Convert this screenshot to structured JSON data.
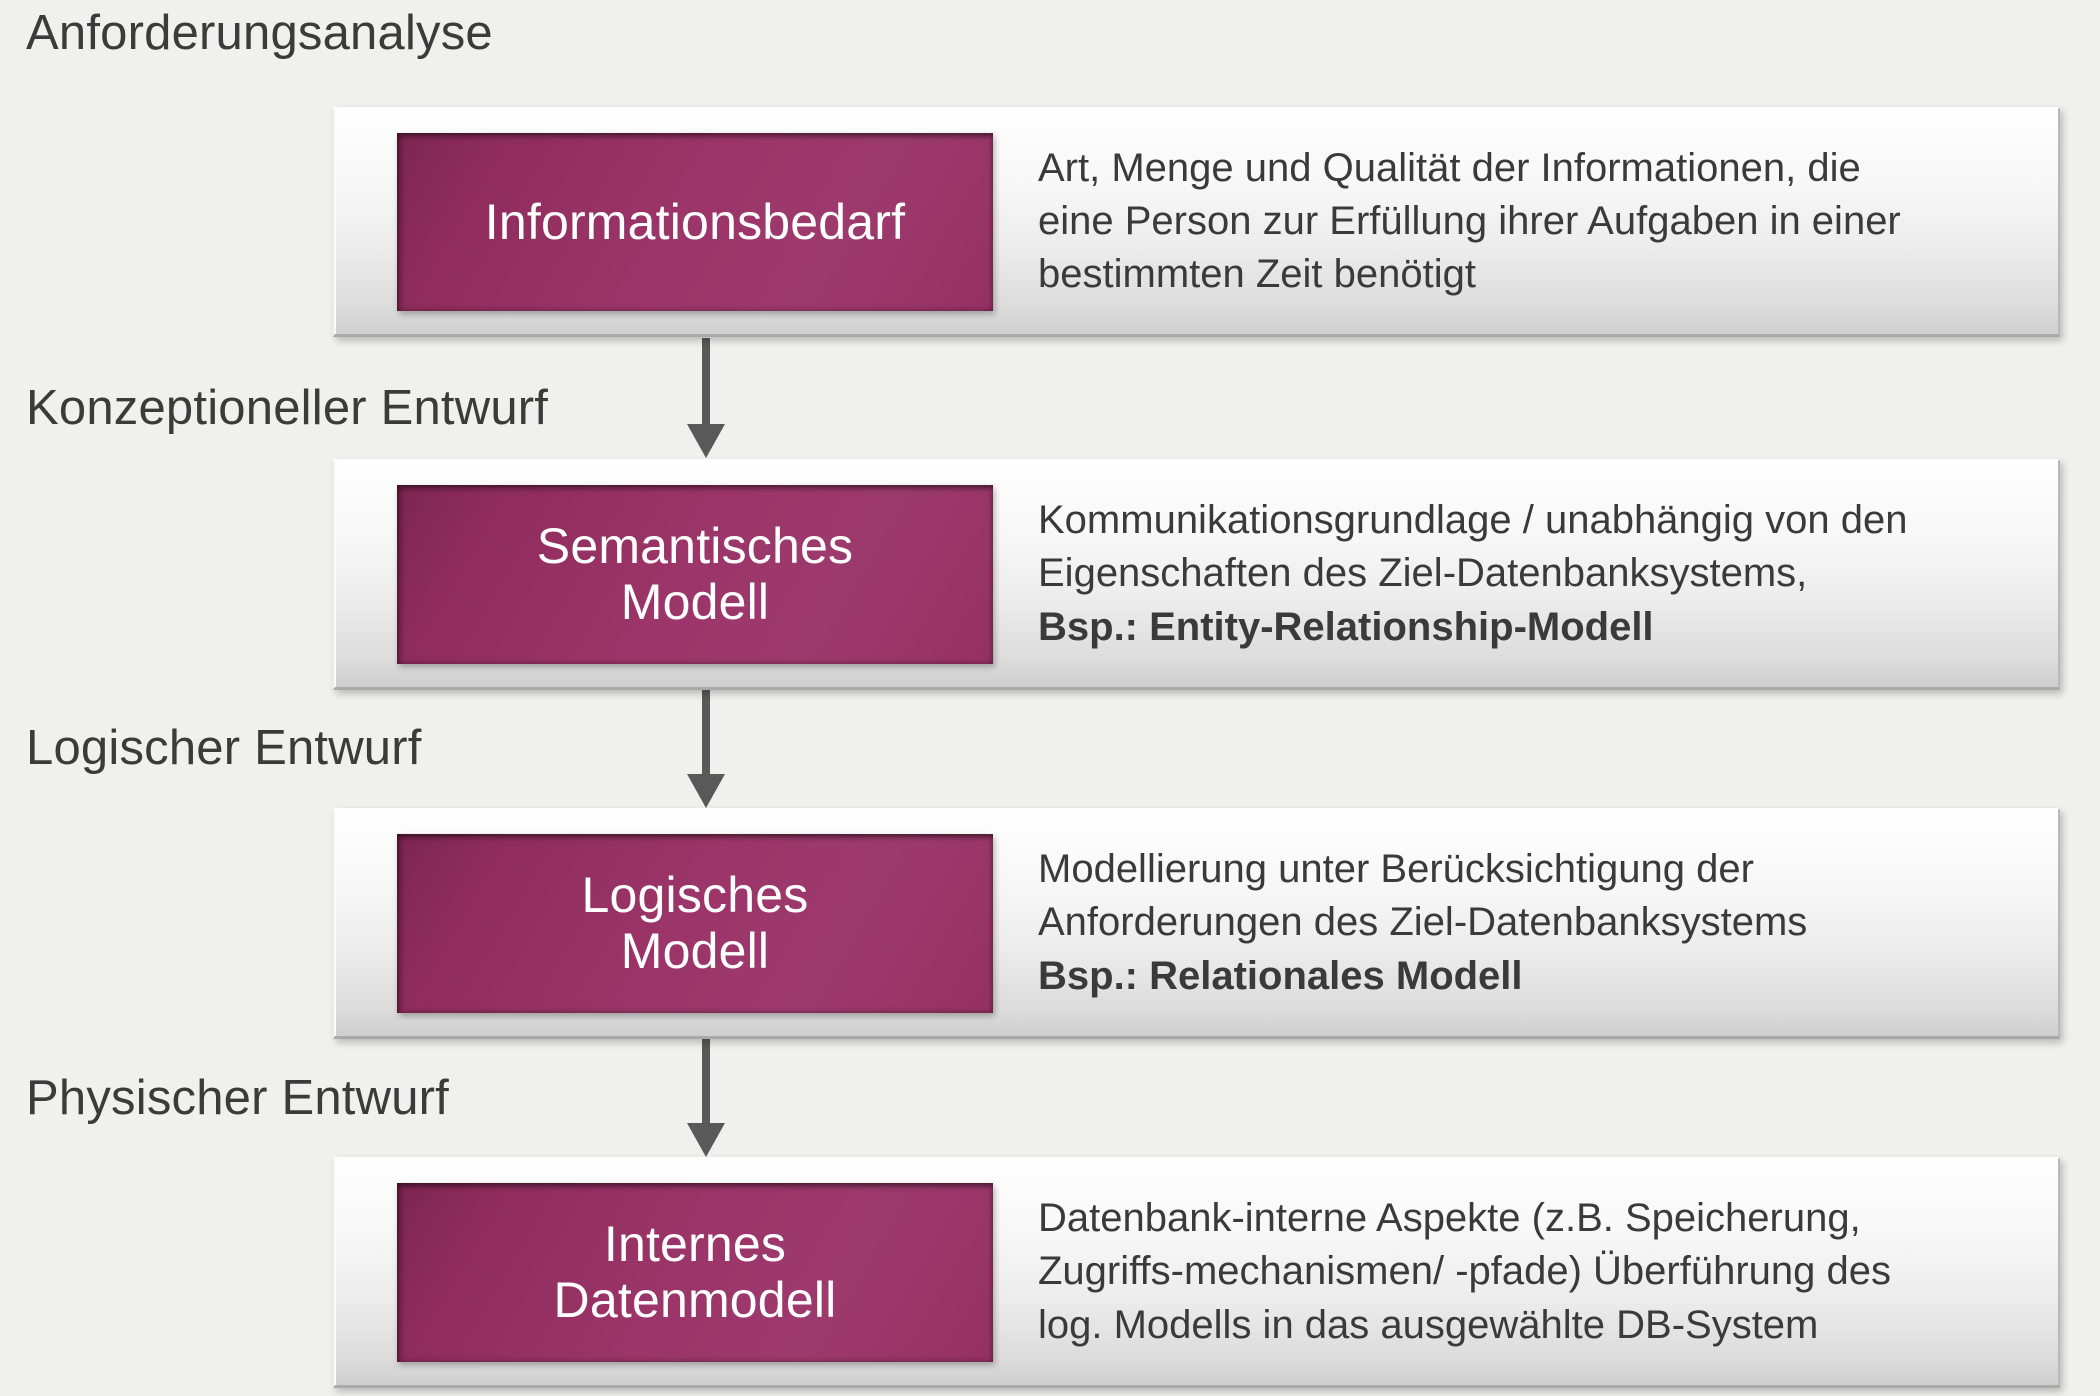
{
  "diagram": {
    "title_alt": "Datenbankentwurf Phasen",
    "background_color": "#f0f0ef",
    "accent_color": "#9c3569",
    "text_color": "#3a3a3a",
    "arrow_color": "#595959"
  },
  "stages": [
    {
      "label": "Anforderungsanalyse"
    },
    {
      "label": "Konzeptioneller Entwurf"
    },
    {
      "label": "Logischer Entwurf"
    },
    {
      "label": "Physischer Entwurf"
    }
  ],
  "rows": [
    {
      "chip": {
        "line1": "Informationsbedarf",
        "line2": ""
      },
      "description": [
        {
          "text": "Art, Menge  und Qualität der Informationen, die",
          "bold": false
        },
        {
          "text": "eine Person zur Erfüllung ihrer Aufgaben in einer",
          "bold": false
        },
        {
          "text": "bestimmten Zeit benötigt",
          "bold": false
        }
      ]
    },
    {
      "chip": {
        "line1": "Semantisches",
        "line2": "Modell"
      },
      "description": [
        {
          "text": "Kommunikationsgrundlage / unabhängig von den",
          "bold": false
        },
        {
          "text": "Eigenschaften des Ziel-Datenbanksystems,",
          "bold": false
        },
        {
          "text": "Bsp.: Entity-Relationship-Modell",
          "bold": true
        }
      ]
    },
    {
      "chip": {
        "line1": "Logisches",
        "line2": "Modell"
      },
      "description": [
        {
          "text": "Modellierung unter Berücksichtigung der",
          "bold": false
        },
        {
          "text": "Anforderungen des Ziel-Datenbanksystems",
          "bold": false
        },
        {
          "text": "Bsp.: Relationales Modell",
          "bold": true
        }
      ]
    },
    {
      "chip": {
        "line1": "Internes",
        "line2": "Datenmodell"
      },
      "description": [
        {
          "text": "Datenbank-interne Aspekte (z.B. Speicherung,",
          "bold": false
        },
        {
          "text": "Zugriffs-mechanismen/ -pfade) Überführung des",
          "bold": false
        },
        {
          "text": "log. Modells in das ausgewählte DB-System",
          "bold": false
        }
      ]
    }
  ],
  "arrows": [
    {
      "name": "arrow-anforderung-to-semantisch"
    },
    {
      "name": "arrow-semantisch-to-logisch"
    },
    {
      "name": "arrow-logisch-to-intern"
    }
  ]
}
